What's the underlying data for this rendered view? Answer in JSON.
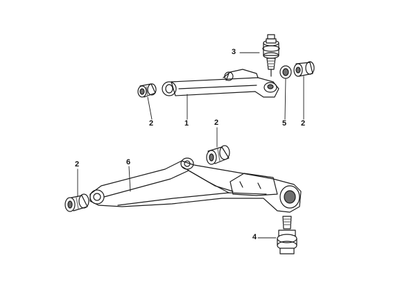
{
  "diagram": {
    "callouts": {
      "upper_bushing_left": "2",
      "upper_arm": "1",
      "ball_joint_upper": "3",
      "washer": "5",
      "upper_bushing_right": "2",
      "lower_bushing_top": "2",
      "lower_bushing_left": "2",
      "lower_arm": "6",
      "ball_joint_lower": "4"
    },
    "colors": {
      "line": "#1a1a1a",
      "shade": "#6f6f6f",
      "background": "#ffffff"
    }
  }
}
